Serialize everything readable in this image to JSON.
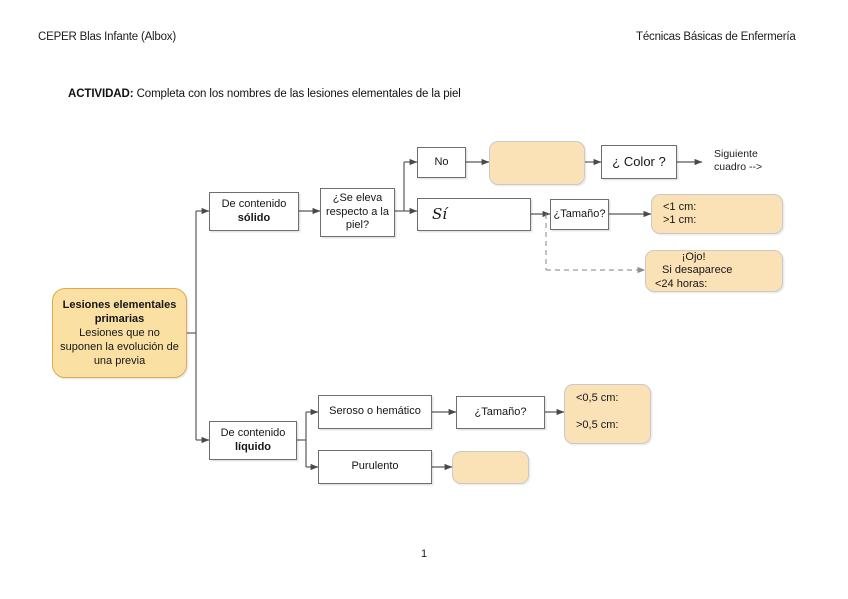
{
  "header": {
    "left": "CEPER Blas Infante (Albox)",
    "right": "Técnicas Básicas de Enfermería"
  },
  "activity": {
    "label": "ACTIVIDAD:",
    "text": "Completa con los nombres de las lesiones elementales de la piel"
  },
  "footer": {
    "page_number": "1"
  },
  "colors": {
    "node_fill": "#FFFFFF",
    "node_border": "#6E6E6E",
    "accent_fill": "#FBE2B6",
    "root_fill": "#FBE0A4",
    "root_border": "#E0A94E",
    "wire": "#595959",
    "dashed_wire": "#9A9A9A"
  },
  "diagram": {
    "root": {
      "title": "Lesiones elementales primarias",
      "subtitle": "Lesiones que no suponen la evolución de una previa"
    },
    "nodes": {
      "solido": {
        "line1": "De contenido",
        "line2": "sólido"
      },
      "se_eleva": {
        "text": "¿Se eleva respecto a la piel?"
      },
      "no": {
        "text": "No"
      },
      "blank_no": {
        "text": ""
      },
      "color": {
        "text": "¿ Color ?"
      },
      "si": {
        "text": "Sí"
      },
      "tamano_top": {
        "text": "¿Tamaño?"
      },
      "cm_top": {
        "line1": "<1 cm:",
        "line2": ">1 cm:"
      },
      "ojo": {
        "line1": "¡Ojo!",
        "line2": "Si desaparece",
        "line3": "<24 horas:"
      },
      "liquido": {
        "line1": "De contenido",
        "line2": "líquido"
      },
      "seroso": {
        "text": "Seroso o hemático"
      },
      "tamano_bottom": {
        "text": "¿Tamaño?"
      },
      "cm_bottom": {
        "line1": "<0,5 cm:",
        "line2": ">0,5 cm:"
      },
      "purulento": {
        "text": "Purulento"
      },
      "blank_purulento": {
        "text": ""
      }
    },
    "labels": {
      "siguiente": "Siguiente\ncuadro -->"
    }
  }
}
